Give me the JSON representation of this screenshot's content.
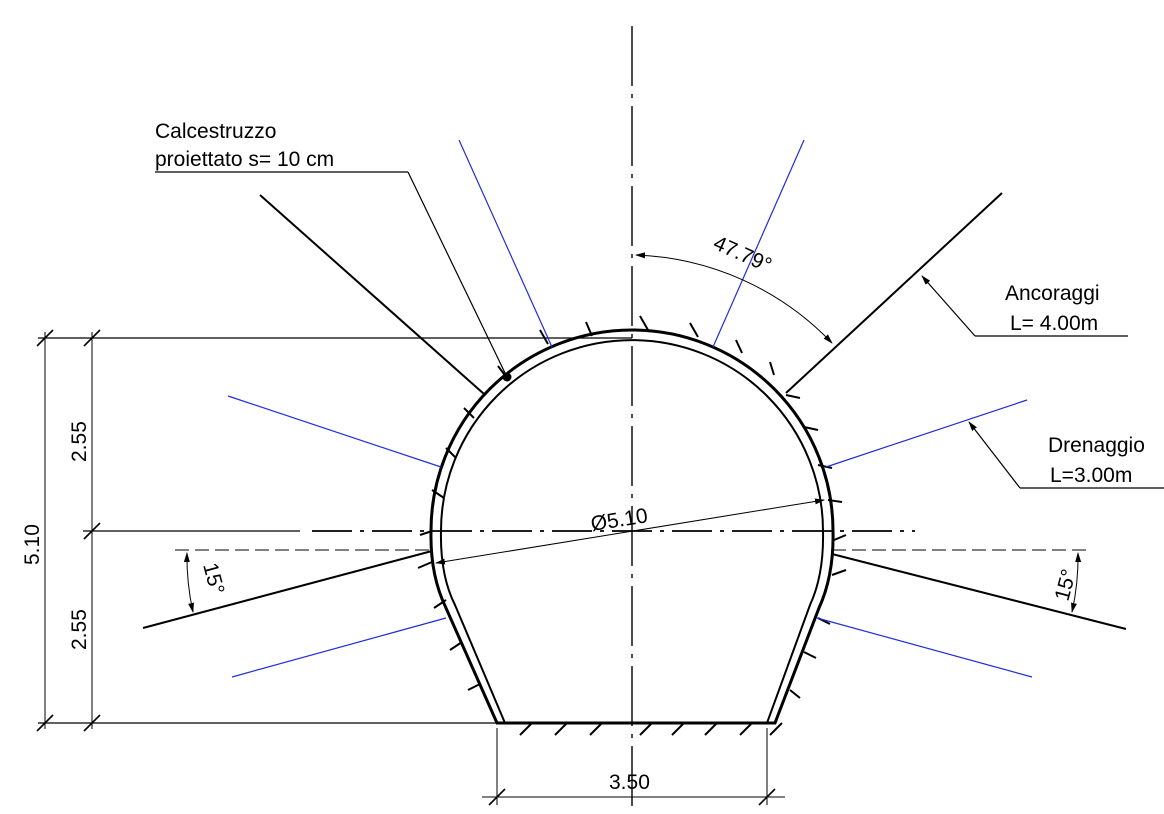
{
  "labels": {
    "shotcrete_line1": "Calcestruzzo",
    "shotcrete_line2": "proiettato s= 10 cm",
    "anchors_title": "Ancoraggi",
    "anchors_length": "L= 4.00m",
    "drains_title": "Drenaggio",
    "drains_length": "L=3.00m"
  },
  "dimensions": {
    "angle": "47.79°",
    "diameter": "Ø5.10",
    "total_height": "5.10",
    "upper_height": "2.55",
    "lower_height": "2.55",
    "base_width": "3.50",
    "left_angle": "15°",
    "right_angle": "15°"
  },
  "colors": {
    "lines": "#000000",
    "drains": "#1f2dd6"
  }
}
